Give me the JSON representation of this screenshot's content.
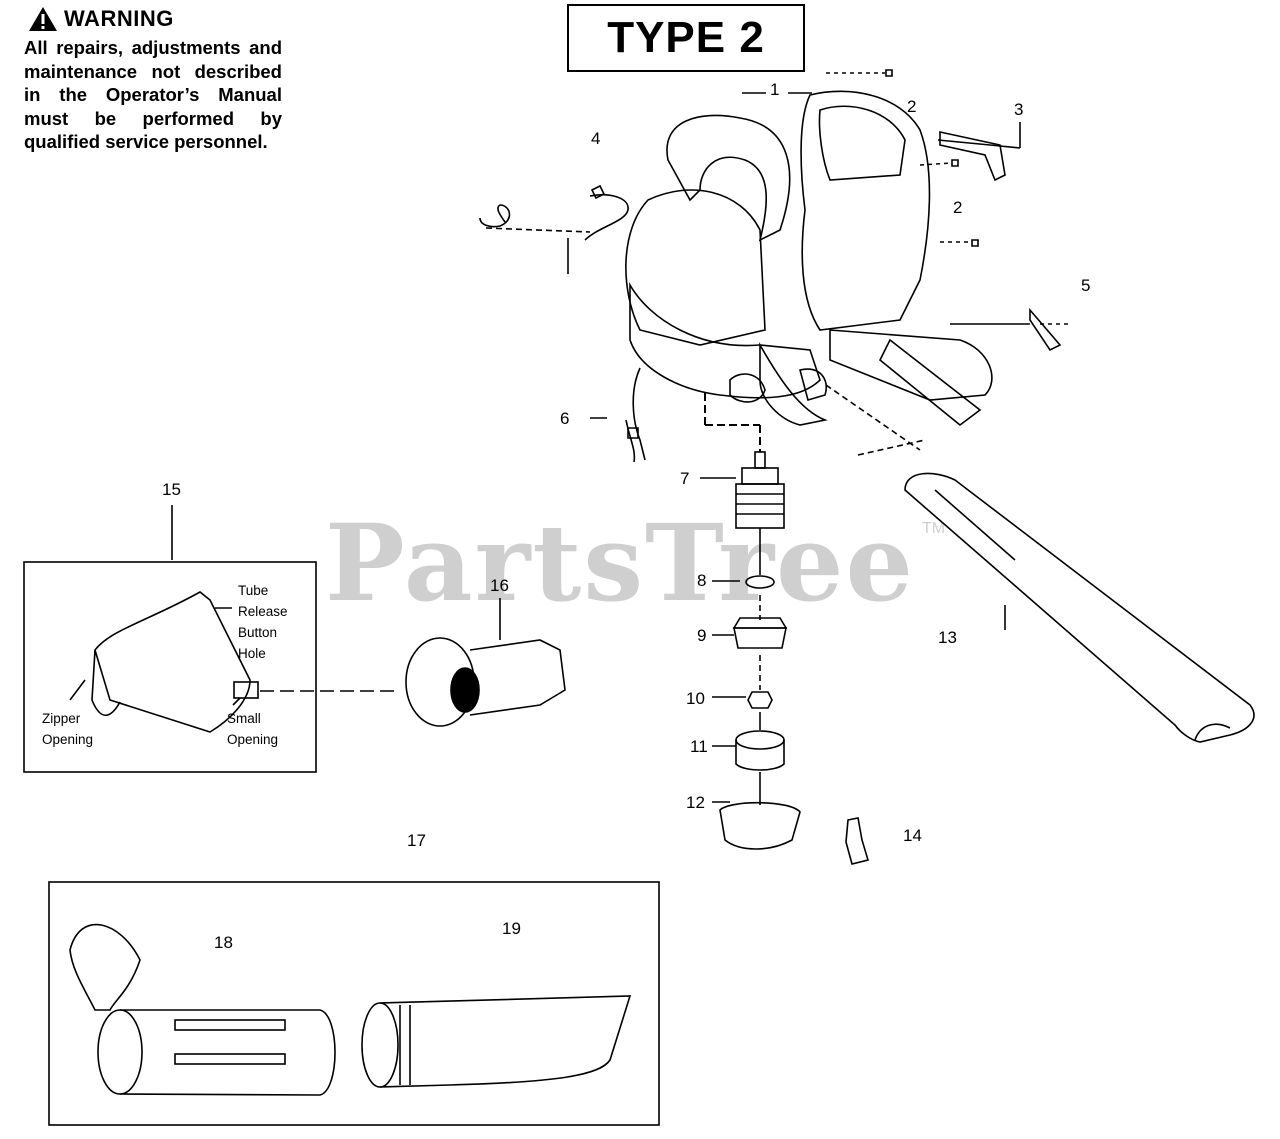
{
  "warning": {
    "title": "WARNING",
    "body": "All repairs, adjustments and maintenance not described in the Operator’s Manual must be performed by qualified service personnel."
  },
  "type_label": "TYPE 2",
  "watermark": "PartsTree",
  "trademark": "TM",
  "callouts": [
    "1",
    "2",
    "2",
    "3",
    "4",
    "5",
    "6",
    "7",
    "8",
    "9",
    "10",
    "11",
    "12",
    "13",
    "14",
    "15",
    "16",
    "17",
    "18",
    "19"
  ],
  "inset_labels": {
    "tube_release": [
      "Tube",
      "Release",
      "Button",
      "Hole"
    ],
    "zipper": [
      "Zipper",
      "Opening"
    ],
    "small": [
      "Small",
      "Opening"
    ]
  },
  "icons": [
    "warning-triangle-icon"
  ]
}
